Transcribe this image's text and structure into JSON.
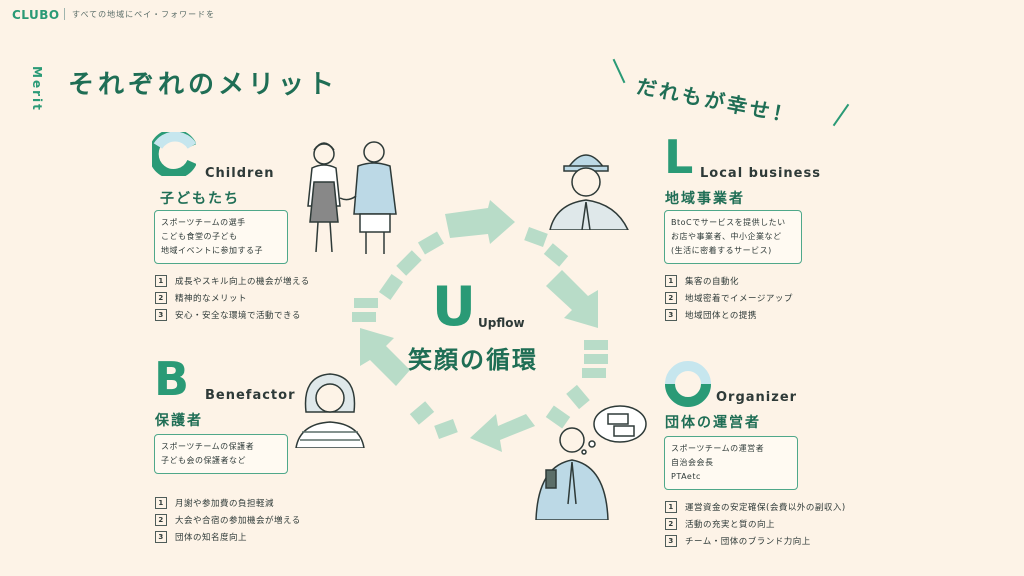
{
  "header": {
    "logo": "CLUBO",
    "tagline": "すべての地域にペイ・フォワードを"
  },
  "merit_label": "Merit",
  "title": "それぞれのメリット",
  "slogan": "だれもが幸せ！",
  "center": {
    "letter": "U",
    "en": "Upflow",
    "title": "笑顔の循環"
  },
  "children": {
    "letter": "C",
    "en": "Children",
    "jp": "子どもたち",
    "desc": [
      "スポーツチームの選手",
      "こども食堂の子ども",
      "地域イベントに参加する子"
    ],
    "benefits": [
      {
        "num": "1",
        "text": "成長やスキル向上の機会が増える"
      },
      {
        "num": "2",
        "text": "精神的なメリット"
      },
      {
        "num": "3",
        "text": "安心・安全な環境で活動できる"
      }
    ]
  },
  "local": {
    "letter": "L",
    "en": "Local business",
    "jp": "地域事業者",
    "desc": [
      "BtoCでサービスを提供したい",
      "お店や事業者、中小企業など",
      "(生活に密着するサービス)"
    ],
    "benefits": [
      {
        "num": "1",
        "text": "集客の自動化"
      },
      {
        "num": "2",
        "text": "地域密着でイメージアップ"
      },
      {
        "num": "3",
        "text": "地域団体との提携"
      }
    ]
  },
  "benefactor": {
    "letter": "B",
    "en": "Benefactor",
    "jp": "保護者",
    "desc": [
      "スポーツチームの保護者",
      "子ども会の保護者など"
    ],
    "benefits": [
      {
        "num": "1",
        "text": "月謝や参加費の負担軽減"
      },
      {
        "num": "2",
        "text": "大会や合宿の参加機会が増える"
      },
      {
        "num": "3",
        "text": "団体の知名度向上"
      }
    ]
  },
  "organizer": {
    "letter": "O",
    "en": "Organizer",
    "jp": "団体の運営者",
    "desc": [
      "スポーツチームの運営者",
      "自治会会長",
      "PTAetc"
    ],
    "benefits": [
      {
        "num": "1",
        "text": "運営資金の安定確保(会費以外の副収入)"
      },
      {
        "num": "2",
        "text": "活動の充実と質の向上"
      },
      {
        "num": "3",
        "text": "チーム・団体のブランド力向上"
      }
    ]
  },
  "colors": {
    "accent": "#2a9a76",
    "arrow": "#b8dcc8",
    "background": "#fdf3e7",
    "ring_light": "#c6e6ee"
  }
}
